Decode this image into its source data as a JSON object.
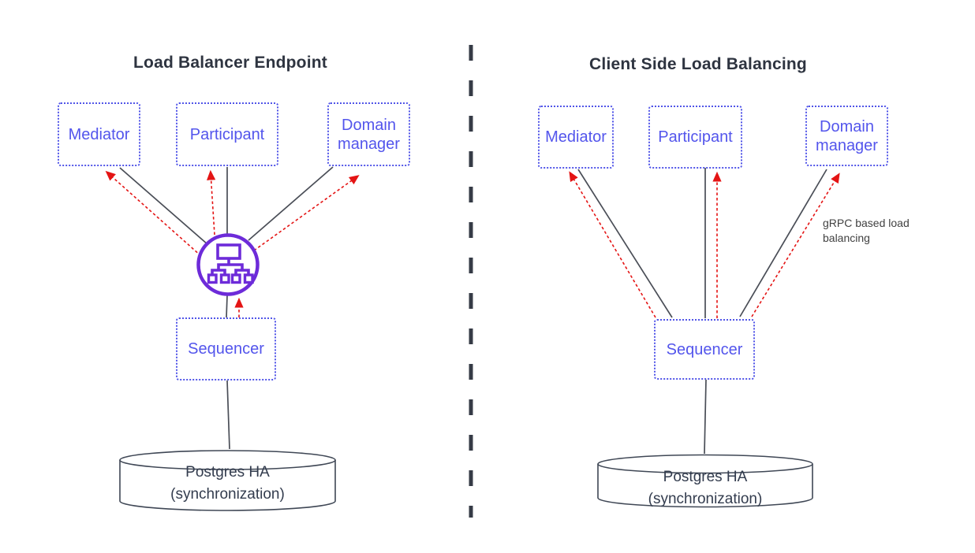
{
  "diagram": {
    "left_panel": {
      "title": "Load Balancer Endpoint",
      "nodes": {
        "mediator": "Mediator",
        "participant": "Participant",
        "domain_manager": "Domain manager",
        "sequencer": "Sequencer",
        "database_line1": "Postgres HA",
        "database_line2": "(synchronization)"
      },
      "load_balancer_icon": "network-load-balancer-icon"
    },
    "right_panel": {
      "title": "Client Side Load Balancing",
      "nodes": {
        "mediator": "Mediator",
        "participant": "Participant",
        "domain_manager": "Domain manager",
        "sequencer": "Sequencer",
        "database_line1": "Postgres HA",
        "database_line2": "(synchronization)"
      },
      "annotation": "gRPC based load balancing"
    },
    "colors": {
      "node_blue": "#5355ec",
      "node_border_blue": "#5155e8",
      "arrow_red": "#e41414",
      "line_gray": "#4a4e57",
      "divider_dark": "#363b46",
      "balancer_purple": "#6d2bd9",
      "title_text": "#2e3440",
      "database_text": "#333c4e",
      "annotation_text": "#414141"
    }
  }
}
